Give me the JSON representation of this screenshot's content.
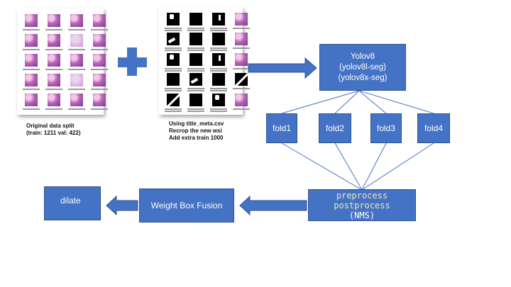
{
  "data_panel": {
    "caption_line1": "Original data split",
    "caption_line2": "(train: 1211 val: 422)"
  },
  "mask_panel": {
    "caption_line1": "Using title_meta.csv",
    "caption_line2": "Recrop the new wsi",
    "caption_line3": "Add extra train 1000"
  },
  "model": {
    "line1": "Yolov8",
    "line2": "(yolov8l-seg)",
    "line3": "(yolov8x-seg)"
  },
  "folds": [
    "fold1",
    "fold2",
    "fold3",
    "fold4"
  ],
  "process": {
    "line1": "preprocess",
    "line2_highlight": "postprocess",
    "line2_rest": "(NMS)"
  },
  "fusion": "Weight Box Fusion",
  "final": "dilate",
  "colors": {
    "box_fill": "#4472c4",
    "box_border": "#2f528f",
    "arrow": "#4472c4",
    "connector": "#4472c4",
    "highlight_text": "#f0e6b0"
  }
}
